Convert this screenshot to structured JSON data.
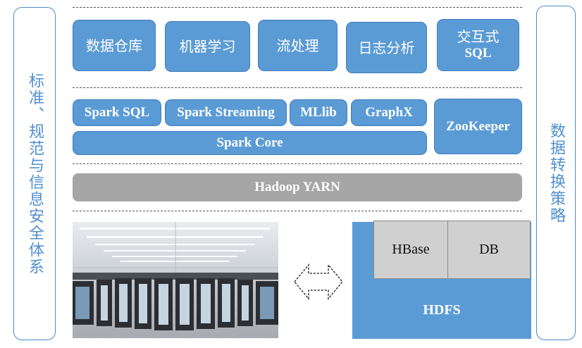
{
  "left_panel": {
    "text": "标准、规范与信息安全体系"
  },
  "right_panel": {
    "text": "数据转换策略"
  },
  "applications": [
    {
      "label": "数据仓库"
    },
    {
      "label": "机器学习"
    },
    {
      "label": "流处理"
    },
    {
      "label": "日志分析"
    },
    {
      "label": "交互式",
      "label2": "SQL"
    }
  ],
  "spark": {
    "modules": [
      {
        "label": "Spark SQL"
      },
      {
        "label": "Spark Streaming"
      },
      {
        "label": "MLlib"
      },
      {
        "label": "GraphX"
      }
    ],
    "core": "Spark Core",
    "zookeeper": "ZooKeeper"
  },
  "yarn": "Hadoop YARN",
  "storage": {
    "hbase": "HBase",
    "db": "DB",
    "hdfs": "HDFS"
  },
  "colors": {
    "box_blue": "#5b9bd5",
    "panel_border": "#4a8ccc",
    "yarn_gray": "#a6a6a6",
    "storage_gray": "#d0d0d0"
  }
}
